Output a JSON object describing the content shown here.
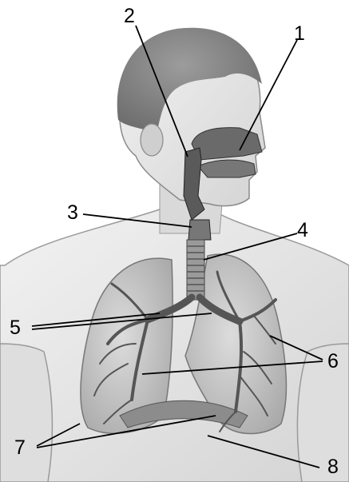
{
  "diagram": {
    "subject": "respiratory-system",
    "labels": [
      {
        "id": "label-1",
        "text": "1"
      },
      {
        "id": "label-2",
        "text": "2"
      },
      {
        "id": "label-3",
        "text": "3"
      },
      {
        "id": "label-4",
        "text": "4"
      },
      {
        "id": "label-5",
        "text": "5"
      },
      {
        "id": "label-6",
        "text": "6"
      },
      {
        "id": "label-7",
        "text": "7"
      },
      {
        "id": "label-8",
        "text": "8"
      }
    ]
  },
  "colors": {
    "skin_light": "#ececec",
    "skin_mid": "#c9c9c9",
    "hair": "#8a8a8a",
    "airway_dark": "#5a5a5a",
    "lung": "#cfcfcf",
    "bronchi": "#555555",
    "leader_line": "#000000"
  }
}
